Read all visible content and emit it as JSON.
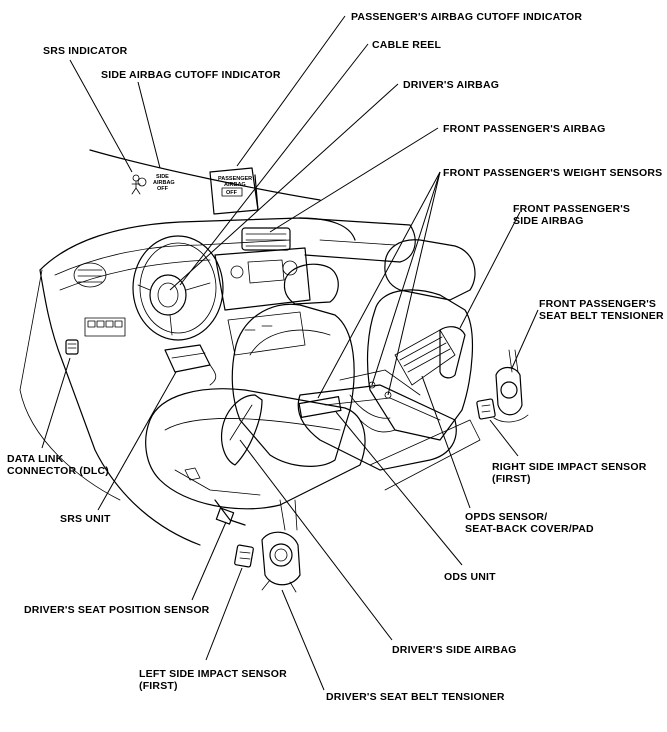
{
  "labels": {
    "passenger_airbag_cutoff_indicator": "PASSENGER'S AIRBAG CUTOFF INDICATOR",
    "srs_indicator": "SRS INDICATOR",
    "cable_reel": "CABLE REEL",
    "side_airbag_cutoff_indicator": "SIDE AIRBAG CUTOFF INDICATOR",
    "drivers_airbag": "DRIVER'S AIRBAG",
    "front_passengers_airbag": "FRONT PASSENGER'S AIRBAG",
    "front_passengers_weight_sensors": "FRONT PASSENGER'S WEIGHT SENSORS",
    "front_passengers_side_airbag_line1": "FRONT PASSENGER'S",
    "front_passengers_side_airbag_line2": "SIDE AIRBAG",
    "front_passengers_seat_belt_tensioner_line1": "FRONT PASSENGER'S",
    "front_passengers_seat_belt_tensioner_line2": "SEAT BELT TENSIONER",
    "data_link_connector_line1": "DATA LINK",
    "data_link_connector_line2": "CONNECTOR (DLC)",
    "right_side_impact_sensor_line1": "RIGHT SIDE IMPACT SENSOR",
    "right_side_impact_sensor_line2": "(FIRST)",
    "srs_unit": "SRS UNIT",
    "opds_sensor_line1": "OPDS SENSOR/",
    "opds_sensor_line2": "SEAT-BACK COVER/PAD",
    "ods_unit": "ODS UNIT",
    "drivers_seat_position_sensor": "DRIVER'S SEAT POSITION SENSOR",
    "drivers_side_airbag": "DRIVER'S SIDE AIRBAG",
    "left_side_impact_sensor_line1": "LEFT SIDE IMPACT SENSOR",
    "left_side_impact_sensor_line2": "(FIRST)",
    "drivers_seat_belt_tensioner": "DRIVER'S SEAT BELT TENSIONER"
  },
  "dash_markings": {
    "side_airbag_off_line1": "SIDE",
    "side_airbag_off_line2": "AIRBAG",
    "side_airbag_off_line3": "OFF",
    "passenger_airbag_line1": "PASSENGER",
    "passenger_airbag_line2": "AIRBAG",
    "passenger_airbag_off": "OFF"
  }
}
